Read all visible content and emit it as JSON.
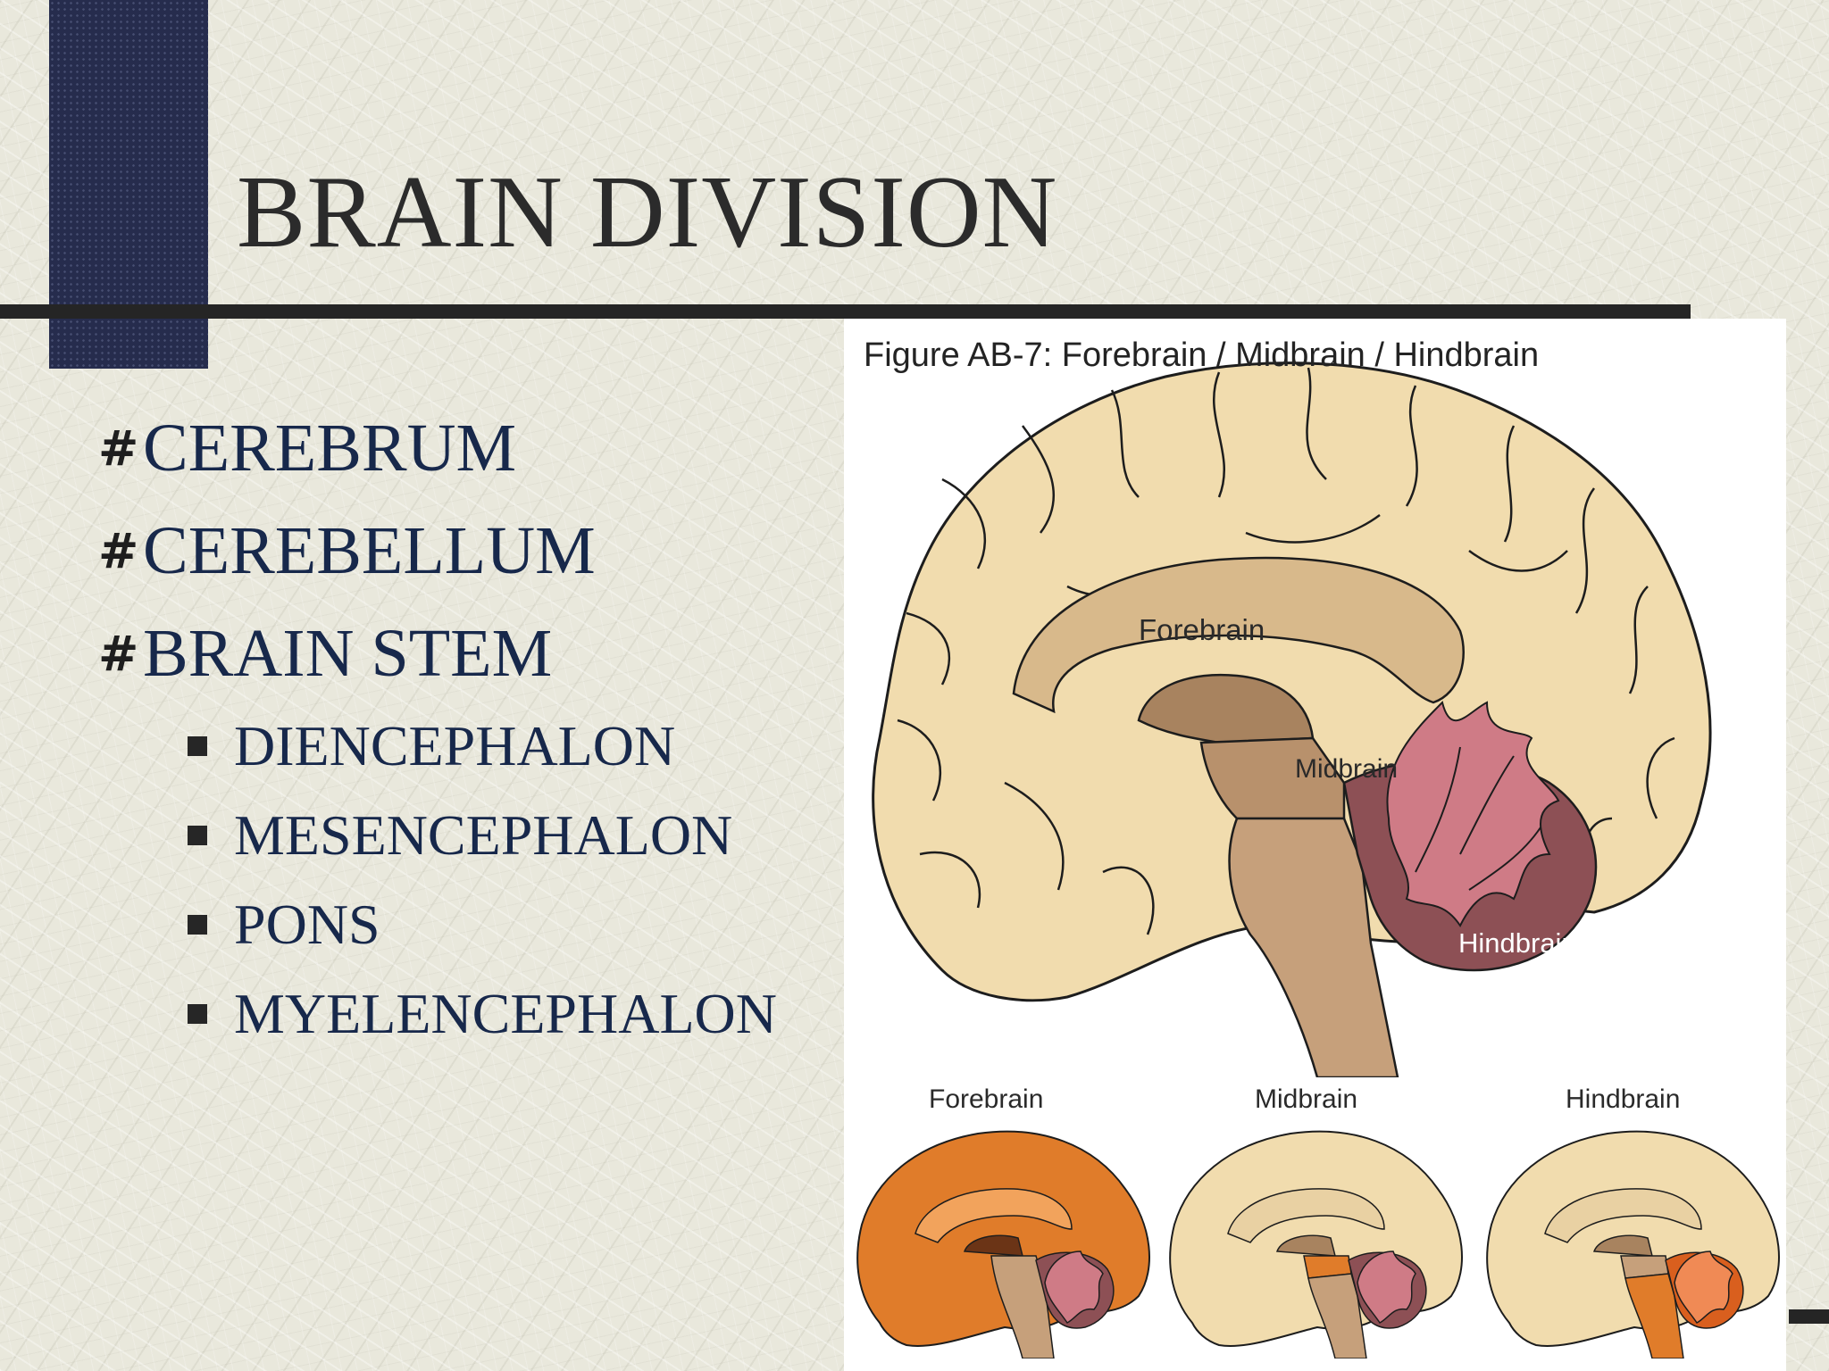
{
  "slide": {
    "title": "BRAIN DIVISION",
    "bullets": [
      "CEREBRUM",
      "CEREBELLUM",
      "BRAIN STEM"
    ],
    "sub_bullets": [
      "DIENCEPHALON",
      "MESENCEPHALON",
      "PONS",
      "MYELENCEPHALON"
    ]
  },
  "figure": {
    "title": "Figure AB-7: Forebrain / Midbrain / Hindbrain",
    "labels": {
      "forebrain": "Forebrain",
      "midbrain": "Midbrain",
      "hindbrain": "Hindbrain"
    },
    "thumbnails": [
      "Forebrain",
      "Midbrain",
      "Hindbrain"
    ],
    "colors": {
      "cortex": "#f1dcae",
      "forebrain_band": "#d8b98b",
      "thalamus": "#a8835f",
      "midbrain": "#b8916c",
      "pons": "#c6a07b",
      "cerebellum": "#8d5055",
      "arbor": "#cf7b86",
      "highlight": "#e07c2a"
    }
  }
}
